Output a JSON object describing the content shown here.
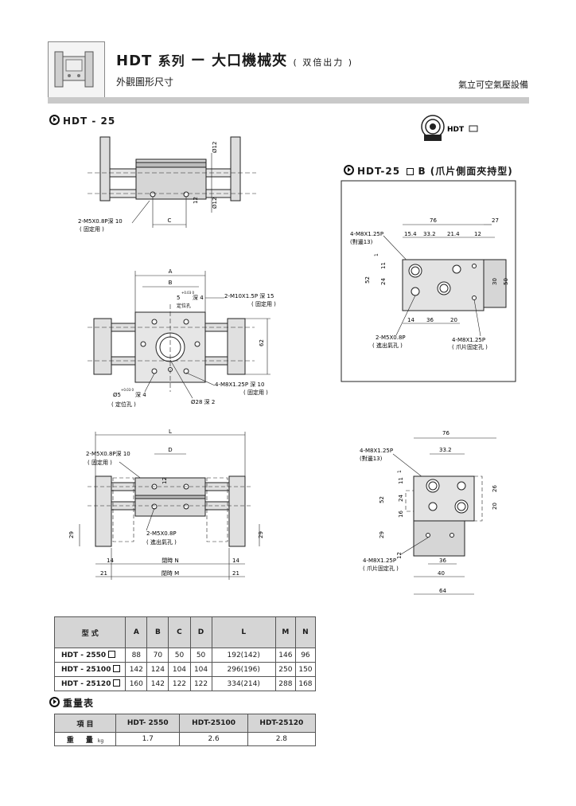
{
  "header": {
    "title_code": "HDT",
    "title_series": "系列",
    "title_dash": "ー",
    "title_main": "大口機械夾",
    "title_sub": "( 双倍出力 )",
    "subtitle": "外觀圖形尺寸",
    "company": "氣立可空氣壓設備"
  },
  "sections": {
    "hdt25": "HDT - 25",
    "side_grip": "HDT-25",
    "side_grip_b": "B  (爪片側面夾持型)",
    "weight": "重量表"
  },
  "badge": {
    "label": "HDT"
  },
  "drawing_labels": {
    "d1_port": "2-M5X0.8P深 10",
    "d1_port_note": "( 固定用 )",
    "c": "C",
    "d12a": "Ø12",
    "n12": "12",
    "d12b": "Ø12",
    "a": "A",
    "b": "B",
    "m10": "2-M10X1.5P 深 15",
    "m10_note": "( 固定用 )",
    "pin5": "5",
    "pin5_tol": "+0.03 0",
    "depth4": "深 4",
    "locate": "定位孔",
    "n62": "62",
    "m8": "4-M8X1.25P 深 10",
    "m8_note": "( 固定用 )",
    "dia5": "Ø5",
    "dia5_tol": "+0.03 0",
    "dia5_depth": "深 4",
    "dia5_note": "( 定位孔 )",
    "dia28": "Ø28 深 2",
    "l": "L",
    "d": "D",
    "d3_port": "2-M5X0.8P深 10",
    "d3_note": "( 固定用 )",
    "n12c": "12",
    "n29a": "29",
    "n29b": "29",
    "air": "2-M5X0.8P",
    "air_note": "( 進出氣孔 )",
    "n14a": "14",
    "n14b": "14",
    "closeN": "閉時 N",
    "n21a": "21",
    "n21b": "21",
    "closeM": "閉時 M",
    "r_76": "76",
    "r_27": "27",
    "r_m8": "4-M8X1.25P",
    "r_m8_note": "(對邊13)",
    "r_15_4": "15.4",
    "r_33_2": "33.2",
    "r_21_4": "21.4",
    "r_12": "12",
    "r_1": "1",
    "r_11": "11",
    "r_52": "52",
    "r_24": "24",
    "r_30": "30",
    "r_50": "50",
    "r_14": "14",
    "r_36": "36",
    "r_20": "20",
    "r_air": "2-M5X0.8P",
    "r_air_note": "( 進出氣孔 )",
    "r_m8b": "4-M8X1.25P",
    "r_m8b_note": "( 爪片固定孔 )",
    "s_76": "76",
    "s_33_2": "33.2",
    "s_m8": "4-M8X1.25P",
    "s_m8_note": "(對邊13)",
    "s_1": "1",
    "s_11": "11",
    "s_52": "52",
    "s_24": "24",
    "s_16": "16",
    "s_26": "26",
    "s_20": "20",
    "s_29": "29",
    "s_12": "12",
    "s_m8b": "4-M8X1.25P",
    "s_m8b_note": "( 爪片固定孔 )",
    "s_36": "36",
    "s_40": "40",
    "s_64": "64"
  },
  "spec_table": {
    "headers": [
      "型 式",
      "A",
      "B",
      "C",
      "D",
      "L",
      "M",
      "N"
    ],
    "rows": [
      [
        "HDT - 2550",
        "88",
        "70",
        "50",
        "50",
        "192(142)",
        "146",
        "96"
      ],
      [
        "HDT - 25100",
        "142",
        "124",
        "104",
        "104",
        "296(196)",
        "250",
        "150"
      ],
      [
        "HDT - 25120",
        "160",
        "142",
        "122",
        "122",
        "334(214)",
        "288",
        "168"
      ]
    ]
  },
  "weight_table": {
    "headers": [
      "項 目",
      "HDT- 2550",
      "HDT-25100",
      "HDT-25120"
    ],
    "label": "重 量",
    "unit": "kg",
    "values": [
      "1.7",
      "2.6",
      "2.8"
    ]
  }
}
